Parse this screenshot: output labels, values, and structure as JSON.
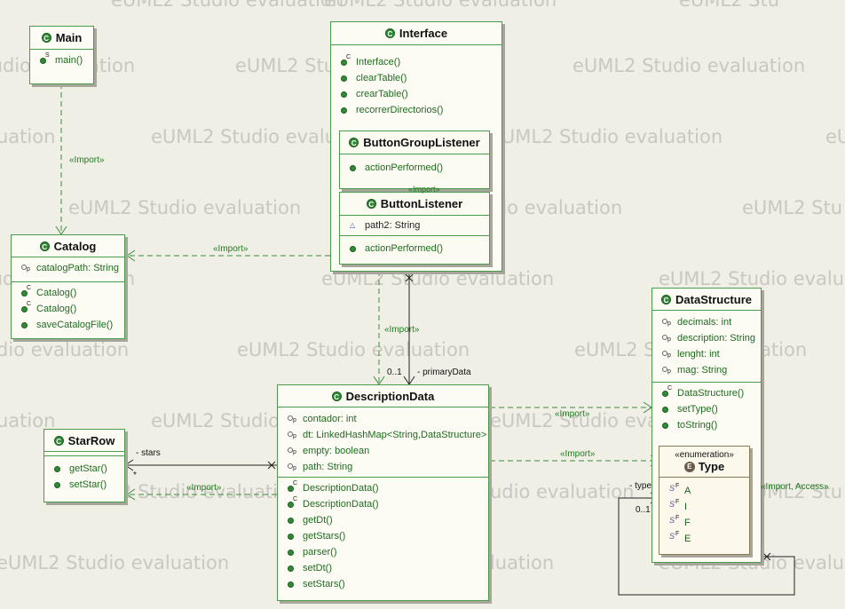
{
  "watermark": "eUML2 Studio evaluation",
  "watermark_cut": {
    "partial_1": "uation",
    "partial_2": "dio evaluation",
    "partial_3": "udio evaluation",
    "partial_4": "eUML2 Studio evalu",
    "partial_5": "eUML2 Studio evaluation",
    "partial_6": "eUML2 Stu",
    "partial_7": "eUML2 Studio evaluation",
    "partial_8": "eUML2 Stu",
    "partial_9": "eUML2 Studio evalu"
  },
  "classes": {
    "main": {
      "name": "Main",
      "methods": [
        "main()"
      ]
    },
    "interface": {
      "name": "Interface",
      "methods": [
        "Interface()",
        "clearTable()",
        "crearTable()",
        "recorrerDirectorios()"
      ]
    },
    "button_group_listener": {
      "name": "ButtonGroupListener",
      "methods": [
        "actionPerformed()"
      ]
    },
    "button_listener": {
      "name": "ButtonListener",
      "attributes": [
        "path2: String"
      ],
      "methods": [
        "actionPerformed()"
      ]
    },
    "catalog": {
      "name": "Catalog",
      "attributes": [
        "catalogPath: String"
      ],
      "methods": [
        "Catalog()",
        "Catalog()",
        "saveCatalogFile()"
      ]
    },
    "data_structure": {
      "name": "DataStructure",
      "attributes": [
        "decimals: int",
        "description: String",
        "lenght: int",
        "mag: String"
      ],
      "methods": [
        "DataStructure()",
        "setType()",
        "toString()"
      ]
    },
    "description_data": {
      "name": "DescriptionData",
      "attributes": [
        "contador: int",
        "dt: LinkedHashMap<String,DataStructure>",
        "empty: boolean",
        "path: String"
      ],
      "methods": [
        "DescriptionData()",
        "DescriptionData()",
        "getDt()",
        "getStars()",
        "parser()",
        "setDt()",
        "setStars()"
      ]
    },
    "star_row": {
      "name": "StarRow",
      "methods": [
        "getStar()",
        "setStar()"
      ]
    },
    "type_enum": {
      "stereotype": "«enumeration»",
      "name": "Type",
      "literals": [
        "A",
        "I",
        "F",
        "E"
      ]
    }
  },
  "labels": {
    "import_main_catalog": "«Import»",
    "import_interface_catalog": "«Import»",
    "import_listener": "«Import»",
    "import_interface_description": "«Import»",
    "import_desc_datastructure": "«Import»",
    "import_desc_type": "«Import»",
    "import_desc_starrow": "«Import»",
    "import_access": "«Import, Access»",
    "primary_data": "- primaryData",
    "primary_mult": "0..1",
    "stars": "- stars",
    "stars_mult": "*",
    "type_role": "- type",
    "type_mult": "0..1"
  },
  "colors": {
    "background": "#f0efe6",
    "class_border": "#4c9a4c",
    "member_text": "#1f6b1f",
    "watermark": "#c9c8c0"
  },
  "icons": {
    "class": "class-c-icon",
    "enum": "enum-e-icon",
    "public_method": "public-method-dot-icon",
    "protected_attr": "protected-attribute-icon",
    "static_final": "static-final-literal-icon"
  }
}
